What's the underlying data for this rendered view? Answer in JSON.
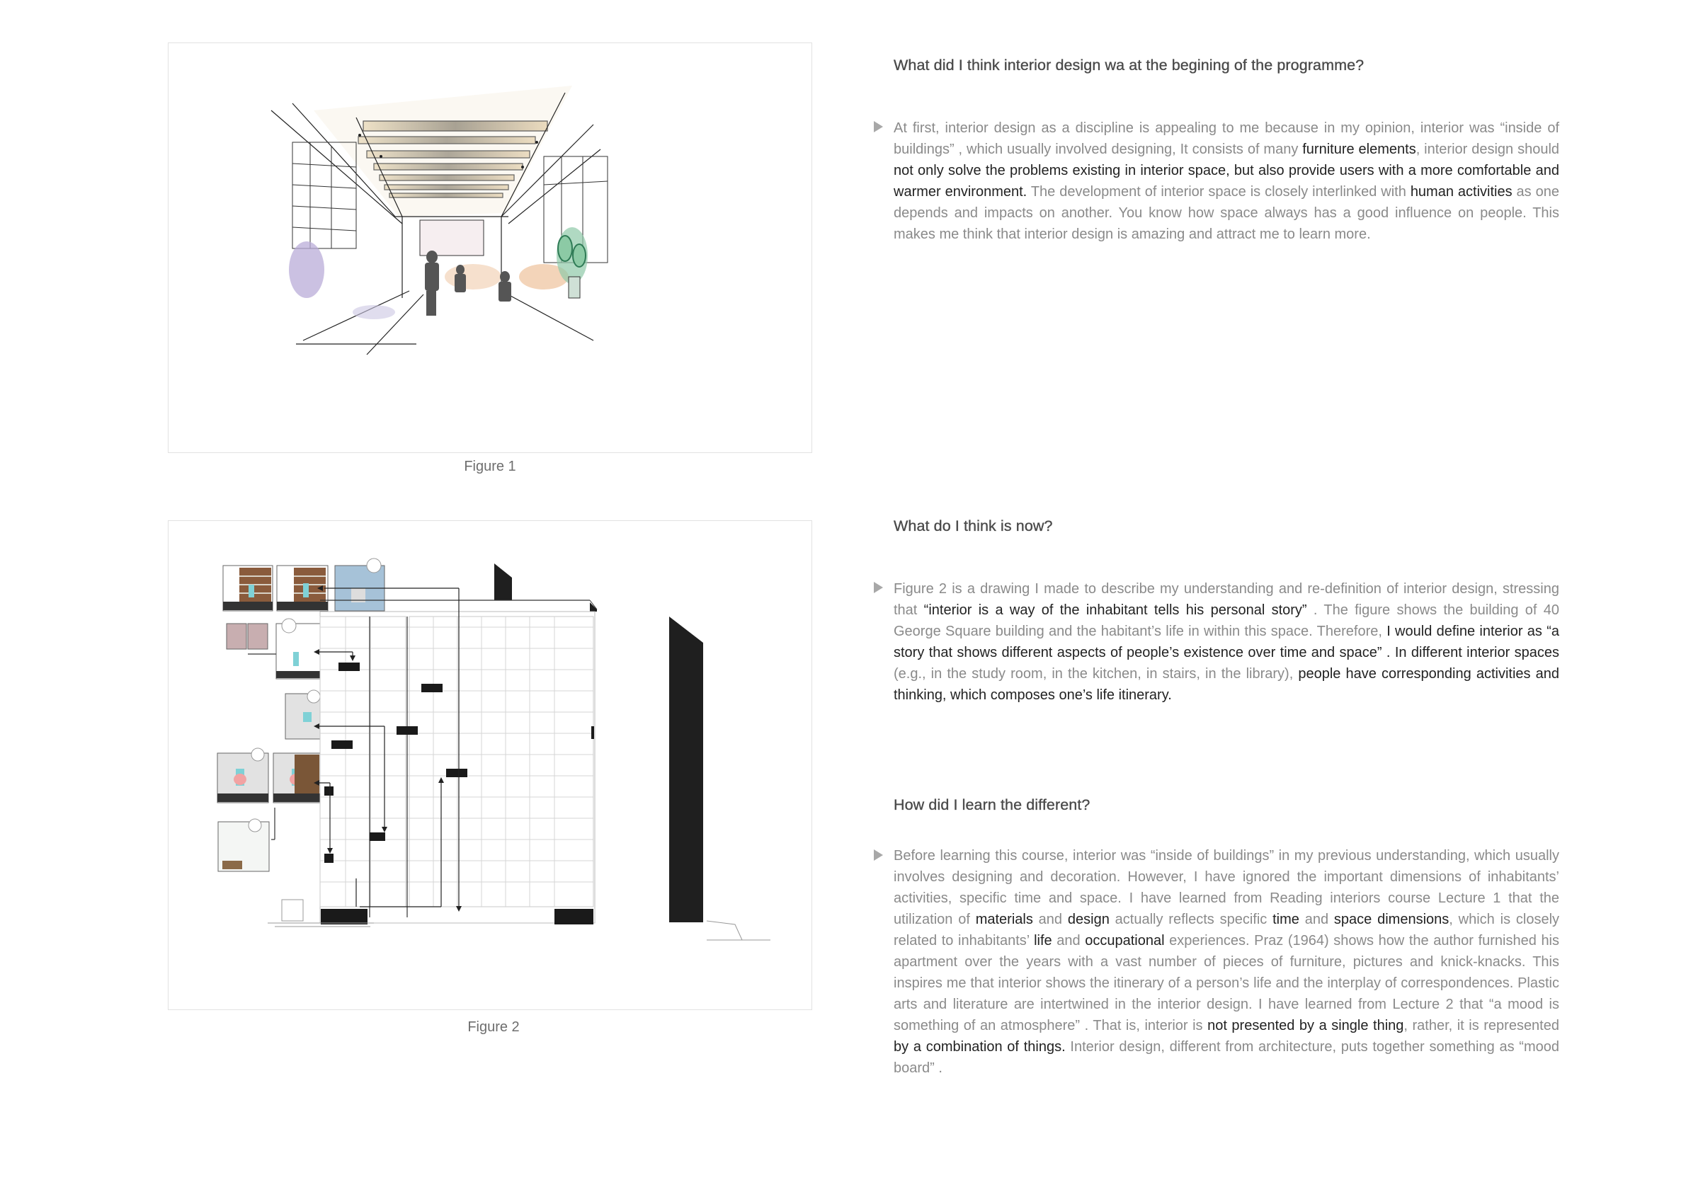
{
  "figures": [
    {
      "id": "figure-1",
      "caption": "Figure 1",
      "depicts": "hand-drawn perspective sketch of a long interior living/library space with bookshelves, ceiling beams, plants and people"
    },
    {
      "id": "figure-2",
      "caption": "Figure 2",
      "depicts": "building elevation of 40 George Square with comic-style panels of an inhabitant's activities linked by arrows to highlighted windows"
    }
  ],
  "sections": [
    {
      "heading": "What did I think interior design wa at the begining of the programme?",
      "segments": [
        {
          "t": "At first, interior design as a discipline is appealing to me because in my opinion, interior was “inside of buildings” , which usually involved designing, It consists of many ",
          "em": false
        },
        {
          "t": "furniture elements",
          "em": true
        },
        {
          "t": ", interior design should ",
          "em": false
        },
        {
          "t": "not only solve the problems existing in interior space, but also provide users with a more comfortable and warmer environment.",
          "em": true
        },
        {
          "t": " The development of interior space is closely interlinked with ",
          "em": false
        },
        {
          "t": "human activities",
          "em": true
        },
        {
          "t": " as one depends and impacts on another. You know how space always has a good influence on people. This makes me think that interior design is amazing and attract me to learn more.",
          "em": false
        }
      ]
    },
    {
      "heading": "What do I think is now?",
      "segments": [
        {
          "t": " Figure 2 is a drawing I made to describe my understanding and re-definition of interior design, stressing that ",
          "em": false
        },
        {
          "t": "“interior is a way of the inhabitant tells his personal story”",
          "em": true
        },
        {
          "t": " . The figure shows the building of 40 George Square building and the habitant’s life in within this space. Therefore, ",
          "em": false
        },
        {
          "t": "I would define interior as “a story that shows different aspects of people’s existence over time and space” . In different interior spaces",
          "em": true
        },
        {
          "t": " (e.g., in the study room, in the kitchen, in stairs, in the library), ",
          "em": false
        },
        {
          "t": "people have corresponding activities and thinking, which composes one’s life itinerary.",
          "em": true
        }
      ]
    },
    {
      "heading": "How did I learn the different?",
      "segments": [
        {
          "t": "Before learning this course, interior was “inside of buildings” in my previous understanding, which usually involves designing and decoration. However, I have ignored the important dimensions of inhabitants’ activities, specific time and space. I have learned from Reading interiors course Lecture 1 that the utilization of ",
          "em": false
        },
        {
          "t": "materials",
          "em": true
        },
        {
          "t": " and ",
          "em": false
        },
        {
          "t": "design",
          "em": true
        },
        {
          "t": " actually reflects specific ",
          "em": false
        },
        {
          "t": "time",
          "em": true
        },
        {
          "t": " and ",
          "em": false
        },
        {
          "t": "space dimensions",
          "em": true
        },
        {
          "t": ", which is closely related to inhabitants’ ",
          "em": false
        },
        {
          "t": "life",
          "em": true
        },
        {
          "t": " and ",
          "em": false
        },
        {
          "t": "occupational",
          "em": true
        },
        {
          "t": " experiences. Praz (1964) shows how the author furnished his apartment over the years with a vast number of pieces of furniture, pictures and knick-knacks. This inspires me that interior shows the itinerary of a person’s life and the interplay of correspondences. Plastic arts and literature are intertwined in the interior design. I have learned from Lecture 2 that “a mood is something of an atmosphere” . That is, interior is ",
          "em": false
        },
        {
          "t": "not presented by a single thing",
          "em": true
        },
        {
          "t": ", rather, it is represented ",
          "em": false
        },
        {
          "t": "by a combination of things.",
          "em": true
        },
        {
          "t": " Interior design, different from architecture, puts together something as “mood board” .",
          "em": false
        }
      ]
    }
  ],
  "colors": {
    "body_text": "#8a8a8a",
    "emphasis_text": "#222222",
    "heading_text": "#4a4a4a",
    "bullet": "#a8a8a8",
    "frame_border": "#e2e2e2",
    "building_dark": "#1f1f1f"
  }
}
